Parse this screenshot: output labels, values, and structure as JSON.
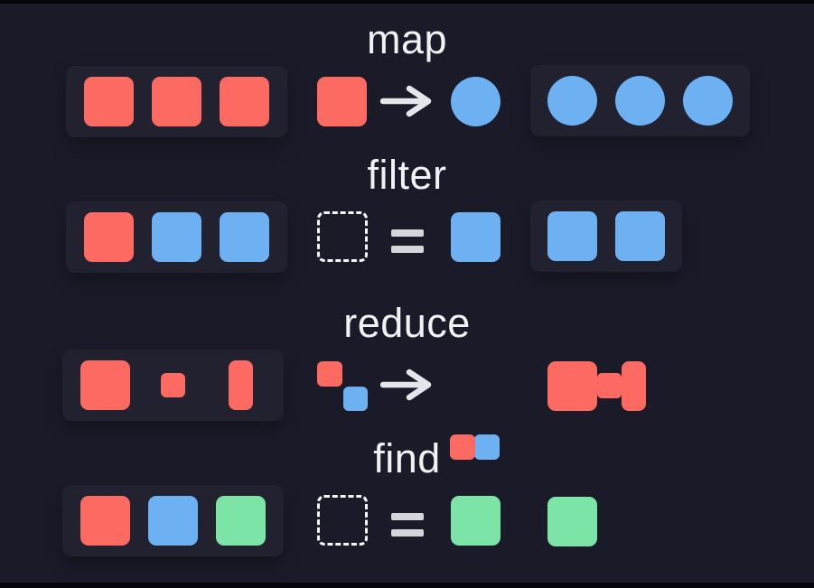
{
  "title": "array methods diagram: map, filter, reduce, find",
  "colors": {
    "background": "#1a1a29",
    "panel": "#212130",
    "red": "#fc6a62",
    "blue": "#6db1f3",
    "green": "#7ce4a6",
    "text": "#f1f1f4",
    "operator": "#e6e6ea",
    "equals": "#d6d6da",
    "dashed_border": "#f5f5f5",
    "letterbox": "#05050b"
  },
  "rows": [
    {
      "id": "map",
      "label": "map",
      "input": {
        "boxed": true,
        "items": [
          "red-square",
          "red-square",
          "red-square"
        ]
      },
      "operation": {
        "lhs": "red-square",
        "op": "arrow",
        "rhs": "blue-circle"
      },
      "output": {
        "boxed": true,
        "items": [
          "blue-circle",
          "blue-circle",
          "blue-circle"
        ]
      }
    },
    {
      "id": "filter",
      "label": "filter",
      "input": {
        "boxed": true,
        "items": [
          "red-square",
          "blue-square",
          "blue-square"
        ]
      },
      "operation": {
        "lhs": "dashed-square",
        "op": "equals",
        "rhs": "blue-square"
      },
      "output": {
        "boxed": true,
        "items": [
          "blue-square",
          "blue-square"
        ]
      }
    },
    {
      "id": "reduce",
      "label": "reduce",
      "input": {
        "boxed": true,
        "items": [
          "red-square",
          "red-square-small",
          "red-rect-tall"
        ]
      },
      "operation": {
        "lhs": "red-blue-diagonal-pair",
        "op": "arrow",
        "rhs": "red-blue-pair"
      },
      "output": {
        "boxed": false,
        "items": [
          "red-merged-shape"
        ]
      }
    },
    {
      "id": "find",
      "label": "find",
      "input": {
        "boxed": true,
        "items": [
          "red-square",
          "blue-square",
          "green-square"
        ]
      },
      "operation": {
        "lhs": "dashed-square",
        "op": "equals",
        "rhs": "green-square"
      },
      "output": {
        "boxed": false,
        "items": [
          "green-square"
        ]
      }
    }
  ]
}
